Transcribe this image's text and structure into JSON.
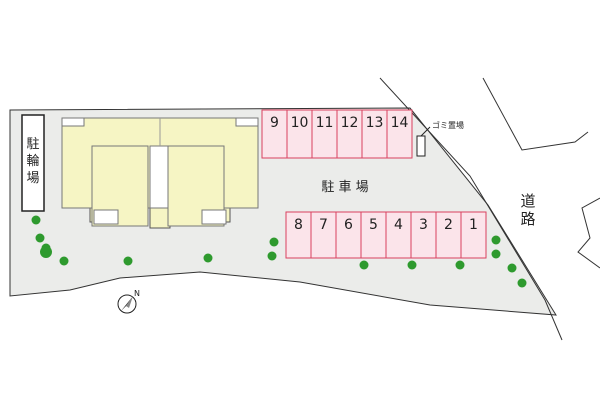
{
  "map": {
    "bicycle_parking_label": [
      "駐",
      "輪",
      "場"
    ],
    "parking_lot_label": "駐 車 場",
    "garbage_area_label": "ゴミ置場",
    "road_label": [
      "道",
      "路"
    ],
    "north_label": "N",
    "north_icon": "compass-arrow-icon",
    "parking_slots_top": [
      "9",
      "10",
      "11",
      "12",
      "13",
      "14"
    ],
    "parking_slots_bottom": [
      "8",
      "7",
      "6",
      "5",
      "4",
      "3",
      "2",
      "1"
    ],
    "colors": {
      "site": "#ebecea",
      "building": "#f6f5c4",
      "slot_fill": "#fbe4ea",
      "slot_stroke": "#d9415f",
      "tree": "#2e9a2e",
      "outline": "#333333"
    }
  }
}
